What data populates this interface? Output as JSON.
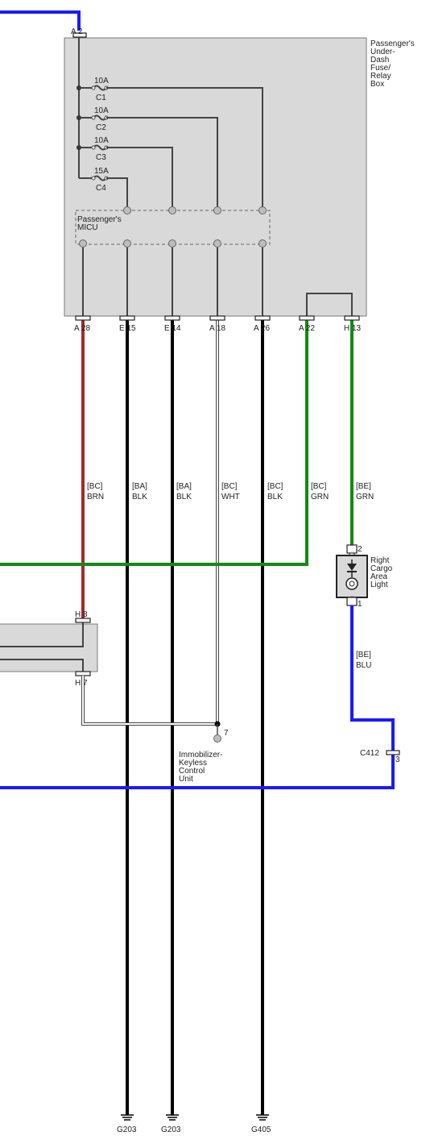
{
  "colors": {
    "box_fill": "#d9d9d9",
    "box_stroke": "#7a7a7a",
    "wire_blue": "#1a1aff",
    "wire_red": "#a52a2a",
    "wire_green": "#138a13",
    "wire_black": "#000000",
    "wire_white": "#ffffff",
    "wire_internal": "#444444"
  },
  "fuse_box": {
    "name_lines": [
      "Passenger's",
      "Under-",
      "Dash",
      "Fuse/",
      "Relay",
      "Box"
    ],
    "top_connector": "A 2",
    "fuses": [
      {
        "rating": "10A",
        "name": "C1"
      },
      {
        "rating": "10A",
        "name": "C2"
      },
      {
        "rating": "10A",
        "name": "C3"
      },
      {
        "rating": "15A",
        "name": "C4"
      }
    ],
    "micu_lines": [
      "Passenger's",
      "MICU"
    ],
    "terminals": [
      "A 28",
      "E 15",
      "E 14",
      "A 18",
      "A 26",
      "A 22",
      "H 13"
    ]
  },
  "wires": [
    {
      "code": "[BC]",
      "color": "BRN"
    },
    {
      "code": "[BA]",
      "color": "BLK"
    },
    {
      "code": "[BA]",
      "color": "BLK"
    },
    {
      "code": "[BC]",
      "color": "WHT"
    },
    {
      "code": "[BC]",
      "color": "BLK"
    },
    {
      "code": "[BC]",
      "color": "GRN"
    },
    {
      "code": "[BE]",
      "color": "GRN"
    }
  ],
  "cargo_light": {
    "name_lines": [
      "Right",
      "Cargo",
      "Area",
      "Light"
    ],
    "pin_top": "2",
    "pin_bottom": "1",
    "wire_code": "[BE]",
    "wire_color": "BLU"
  },
  "left_connector": {
    "top": "H 8",
    "bottom": "H 7"
  },
  "immobilizer": {
    "pin": "7",
    "name_lines": [
      "Immobilizer-",
      "Keyless",
      "Control",
      "Unit"
    ]
  },
  "splice": {
    "name": "C412",
    "pin": "3"
  },
  "grounds": [
    "G203",
    "G203",
    "G405"
  ]
}
